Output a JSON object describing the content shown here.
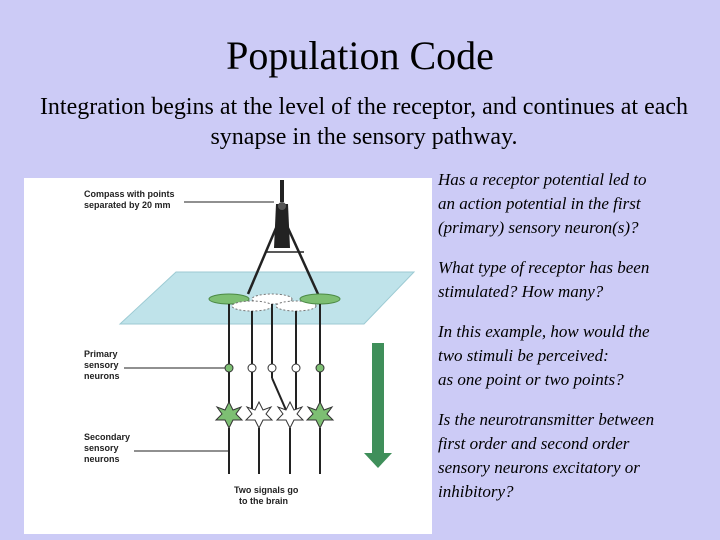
{
  "slide": {
    "title": "Population Code",
    "subtitle": "Integration begins at the level of the receptor, and continues at each synapse in the sensory pathway."
  },
  "figure": {
    "compass_label_line1": "Compass with points",
    "compass_label_line2": "separated by 20 mm",
    "primary_label_line1": "Primary",
    "primary_label_line2": "sensory",
    "primary_label_line3": "neurons",
    "secondary_label_line1": "Secondary",
    "secondary_label_line2": "sensory",
    "secondary_label_line3": "neurons",
    "brain_label_line1": "Two signals go",
    "brain_label_line2": "to the brain",
    "colors": {
      "skin_plane": "#bfe3ea",
      "active_neuron": "#7dbf73",
      "inactive_neuron": "#ffffff",
      "arrow": "#3f8f5a"
    }
  },
  "questions": [
    "Has a receptor potential led to\nan action potential in the first\n(primary) sensory neuron(s)?",
    "What type of receptor has been\nstimulated?  How many?",
    "In this example, how would the\ntwo stimuli be perceived:\nas one point or two points?",
    "Is the neurotransmitter between\nfirst order and second order\nsensory neurons excitatory or\ninhibitory?"
  ]
}
